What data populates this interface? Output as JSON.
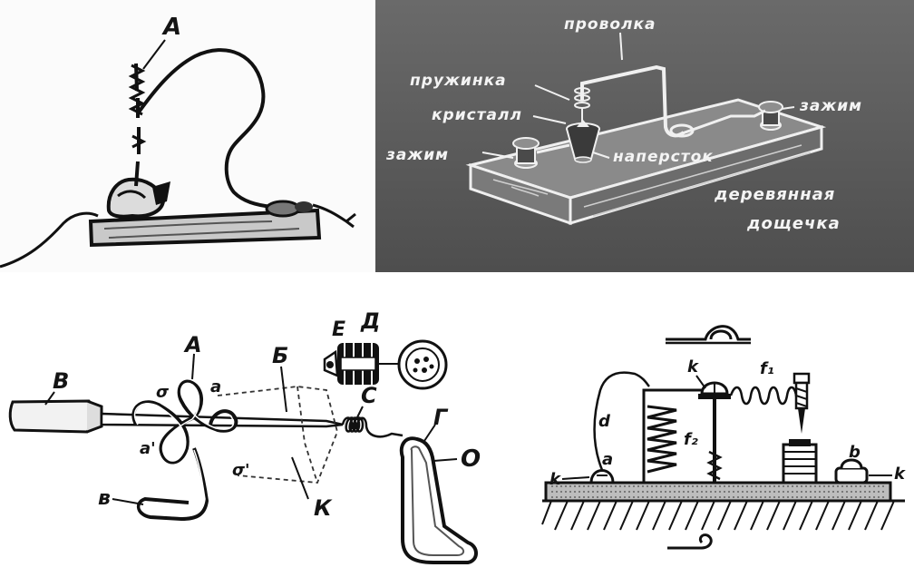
{
  "panel_tl": {
    "label_A": "А"
  },
  "panel_tr": {
    "label_wire": "проволка",
    "label_spring": "пружинка",
    "label_crystal": "кристалл",
    "label_clamp_left": "зажим",
    "label_thimble": "наперсток",
    "label_clamp_right": "зажим",
    "label_board_line1": "деревянная",
    "label_board_line2": "дощечка"
  },
  "panel_bl": {
    "label_V": "В",
    "label_A": "А",
    "label_sigma_top": "σ",
    "label_a_top": "а",
    "label_a_left": "а'",
    "label_sigma_bottom": "σ'",
    "label_B": "Б",
    "label_E": "Е",
    "label_D": "Д",
    "label_S": "С",
    "label_G": "Г",
    "label_O": "О",
    "label_K": "К",
    "label_v": "в"
  },
  "panel_br": {
    "label_k_top": "k",
    "label_f1": "f₁",
    "label_d": "d",
    "label_f2": "f₂",
    "label_a": "a",
    "label_b": "b",
    "label_k_left": "k",
    "label_k_right": "k"
  }
}
